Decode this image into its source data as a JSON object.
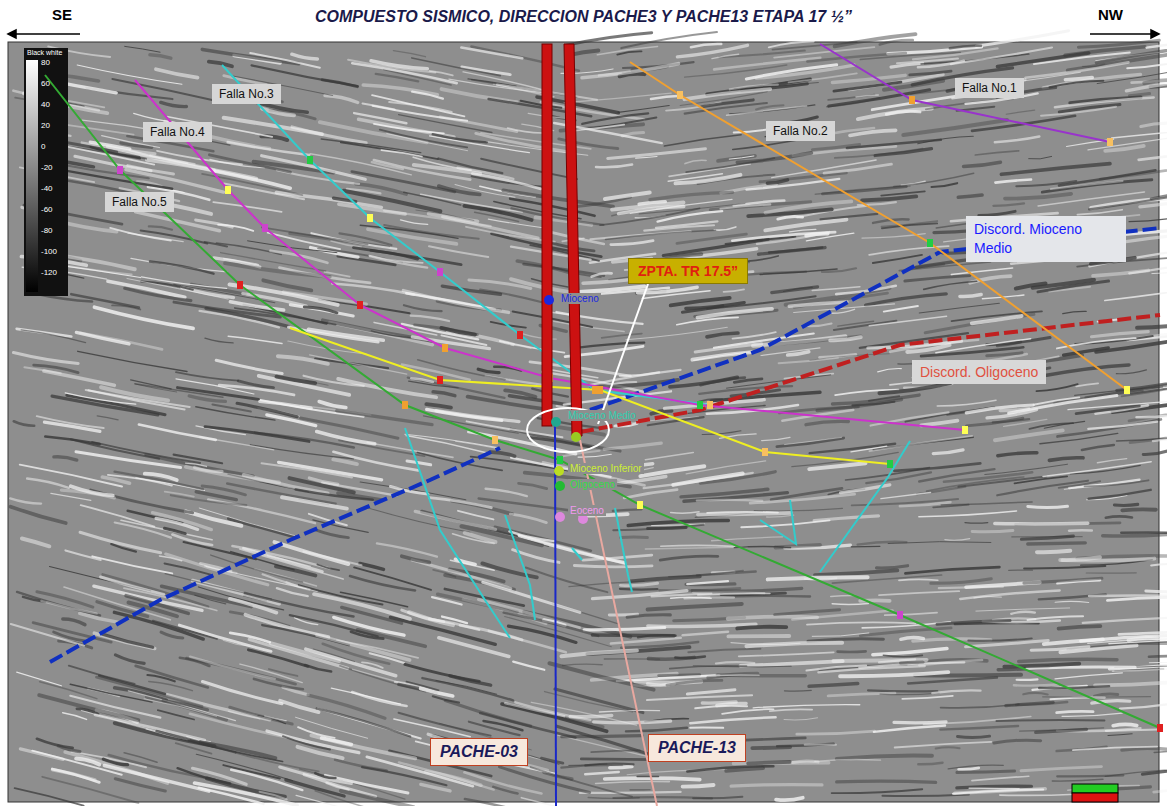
{
  "diagram": {
    "title": "COMPUESTO SISMICO, DIRECCION PACHE3 Y PACHE13 ETAPA 17 ½”",
    "nodes": [
      {
        "text": [
          "Falla No.1"
        ]
      },
      {
        "text": [
          "Falla No.2"
        ]
      },
      {
        "text": [
          "Falla No.3"
        ]
      },
      {
        "text": [
          "Falla No.4"
        ]
      },
      {
        "text": [
          "Falla No.5"
        ]
      },
      {
        "text": [
          "Discord. Mioceno Medio"
        ]
      },
      {
        "text": [
          "Discord. Oligoceno"
        ]
      },
      {
        "text": [
          "ZPTA. TR 17.5”"
        ]
      },
      {
        "text": [
          "PACHE-03"
        ]
      },
      {
        "text": [
          "PACHE-13"
        ]
      }
    ],
    "labels": [
      "SE",
      "NW",
      "Black white",
      "80",
      "60",
      "40",
      "20",
      "0",
      "-20",
      "-40",
      "-60",
      "-80",
      "-100",
      "-120",
      "Mioceno",
      "Mioceno Medio",
      "Mioceno Inferior",
      "Oligoceno",
      "Eoceno"
    ]
  }
}
